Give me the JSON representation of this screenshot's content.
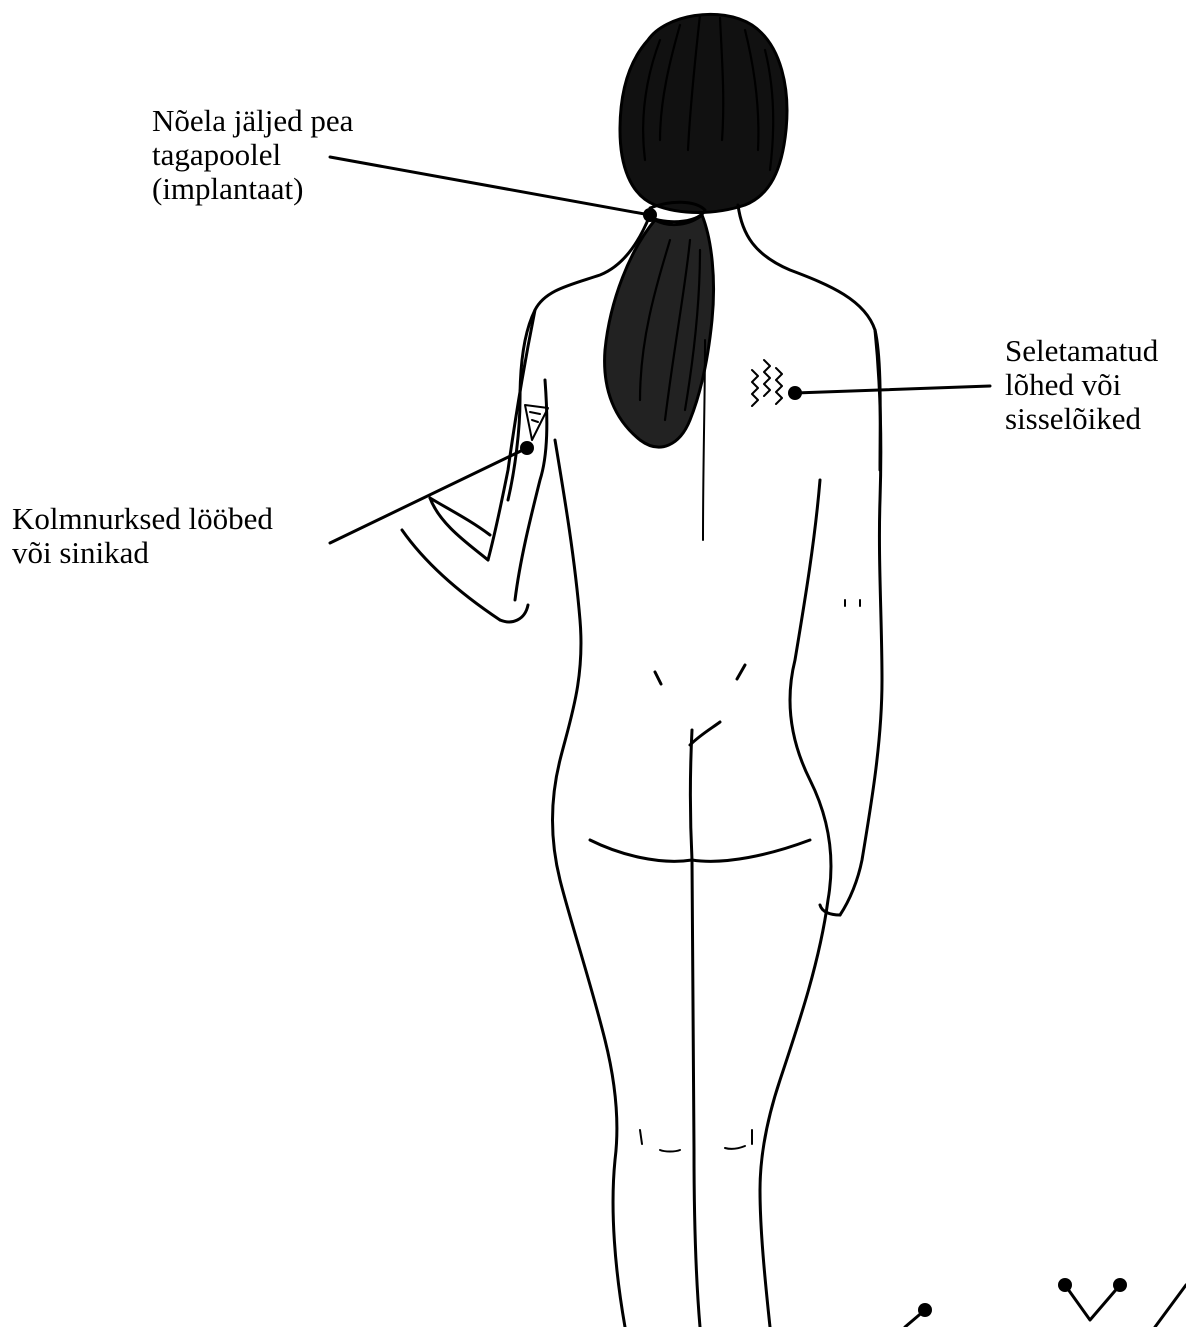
{
  "annotations": {
    "needle_marks": {
      "lines": [
        "Nõela jäljed pea",
        "tagapoolel",
        "(implantaat)"
      ]
    },
    "unexplained_cuts": {
      "lines": [
        "Seletamatud",
        "lõhed või",
        "sisselõiked"
      ]
    },
    "triangular_rash": {
      "lines": [
        "Kolmnurksed lööbed",
        "või sinikad"
      ]
    }
  },
  "colors": {
    "ink": "#000000",
    "background": "#ffffff"
  }
}
